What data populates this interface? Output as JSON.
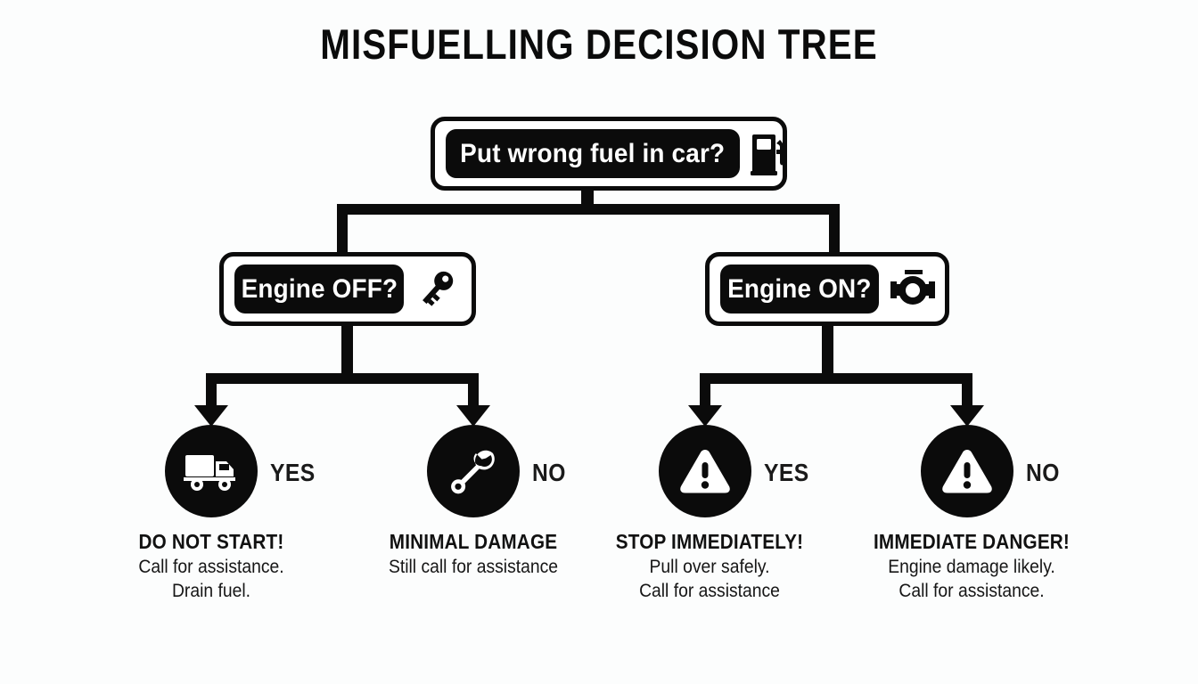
{
  "title": "MISFUELLING DECISION TREE",
  "nodes": {
    "root": {
      "label": "Put wrong fuel in car?",
      "icon": "fuel-pump-icon"
    },
    "engine_off": {
      "label": "Engine OFF?",
      "icon": "key-icon"
    },
    "engine_on": {
      "label": "Engine ON?",
      "icon": "engine-icon"
    }
  },
  "outcomes": [
    {
      "branch": "YES",
      "icon": "tow-truck-icon",
      "heading": "DO NOT START!",
      "lines": [
        "Call for assistance.",
        "Drain fuel."
      ]
    },
    {
      "branch": "NO",
      "icon": "wrench-icon",
      "heading": "MINIMAL DAMAGE",
      "lines": [
        "Still call for assistance"
      ]
    },
    {
      "branch": "YES",
      "icon": "warning-triangle-icon",
      "heading": "STOP IMMEDIATELY!",
      "lines": [
        "Pull over safely.",
        "Call for assistance"
      ]
    },
    {
      "branch": "NO",
      "icon": "warning-triangle-icon",
      "heading": "IMMEDIATE DANGER!",
      "lines": [
        "Engine damage likely.",
        "Call for assistance."
      ]
    }
  ],
  "colors": {
    "background": "#fcfdfd",
    "ink": "#0b0b0b",
    "box_fill": "#ffffff",
    "pill_text": "#ffffff"
  }
}
